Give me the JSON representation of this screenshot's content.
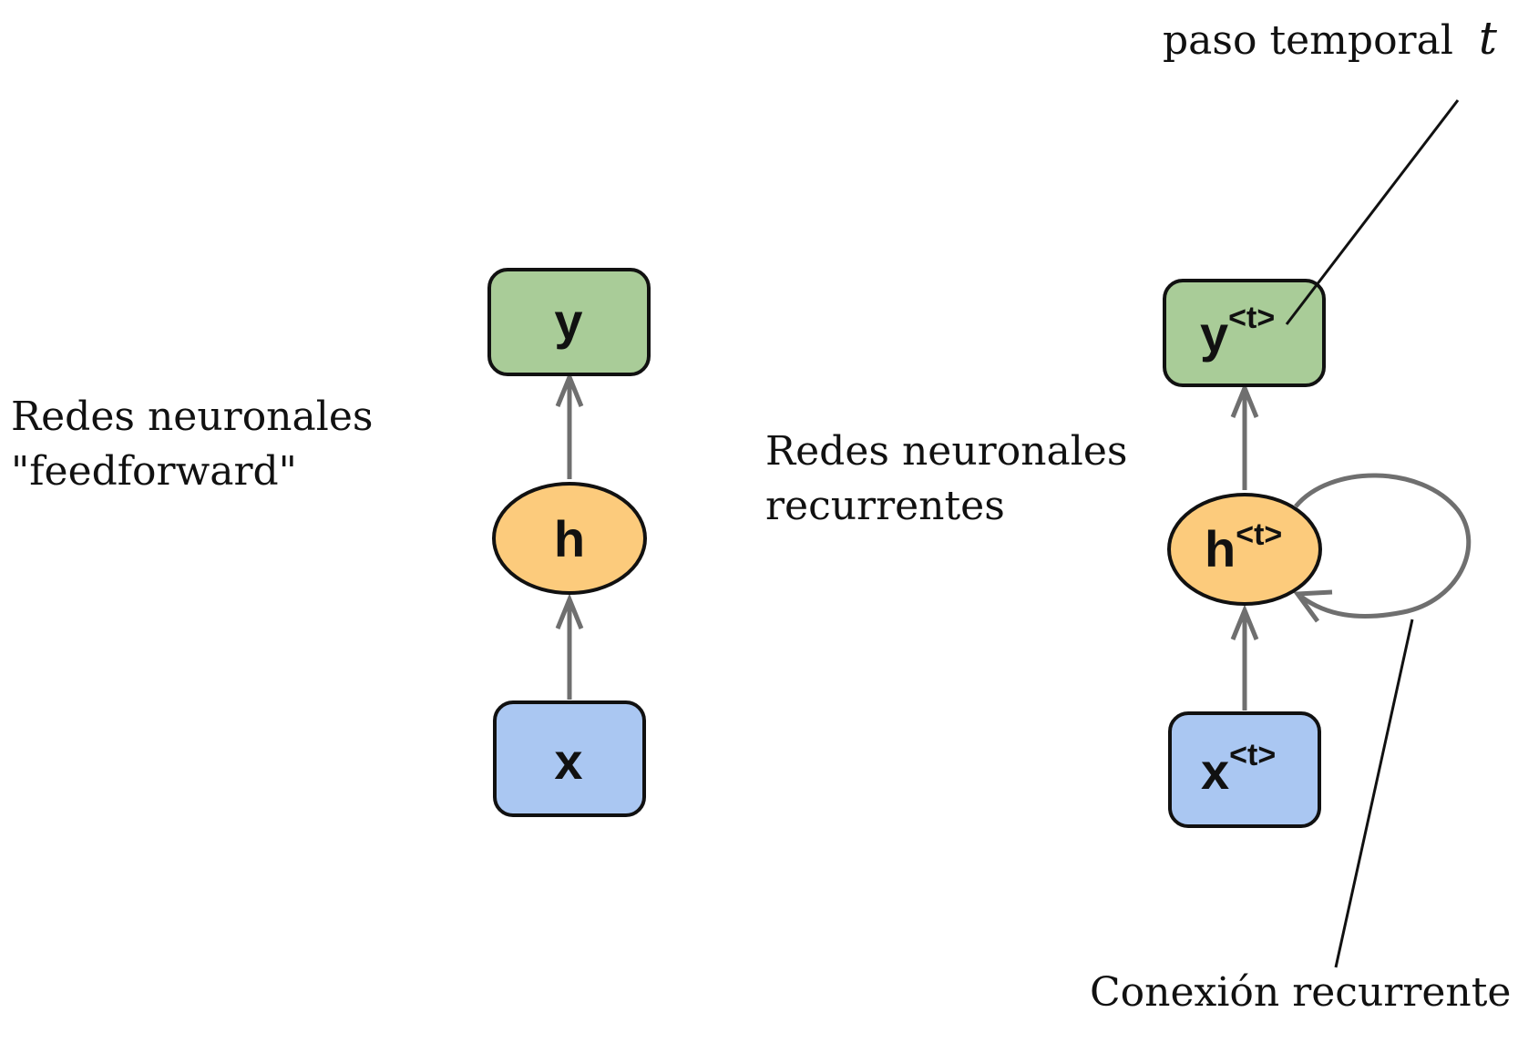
{
  "feedforward": {
    "caption_line1": "Redes neuronales",
    "caption_line2": "\"feedforward\"",
    "nodes": {
      "output": "y",
      "hidden": "h",
      "input": "x"
    }
  },
  "recurrent": {
    "caption_line1": "Redes neuronales",
    "caption_line2": "recurrentes",
    "nodes": {
      "output": "y",
      "hidden": "h",
      "input": "x",
      "time_superscript": "<t>"
    }
  },
  "annotations": {
    "time_step_label": "paso temporal",
    "time_step_var": "t",
    "recurrent_connection_label": "Conexión recurrente"
  },
  "colors": {
    "output_fill": "#a9cc98",
    "hidden_fill": "#fccb7c",
    "input_fill": "#aac7f2",
    "arrow": "#6f6f6f",
    "outline": "#111111"
  }
}
